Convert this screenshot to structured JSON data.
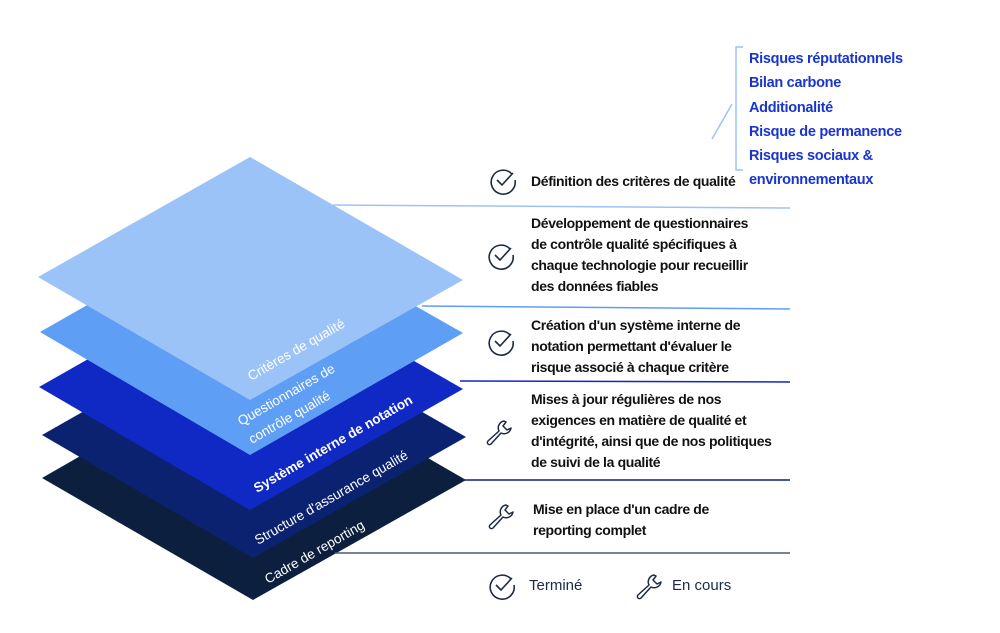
{
  "layers": [
    {
      "label_lines": [
        "Critères de qualité"
      ],
      "color": "#9cc3f7"
    },
    {
      "label_lines": [
        "Questionnaires de",
        "contrôle qualité"
      ],
      "color": "#5f9ef5"
    },
    {
      "label_lines": [
        "Système interne de notation"
      ],
      "color": "#1029c4"
    },
    {
      "label_lines": [
        "Structure d'assurance qualité"
      ],
      "color": "#0b2270"
    },
    {
      "label_lines": [
        "Cadre de reporting"
      ],
      "color": "#0c1f3e"
    }
  ],
  "risks": [
    "Risques réputationnels",
    "Bilan carbone",
    "Additionalité",
    "Risque de permanence",
    "Risques sociaux & environnementaux"
  ],
  "items": [
    {
      "status": "check-icon",
      "lines": [
        "Définition des critères de qualité"
      ]
    },
    {
      "status": "check-icon",
      "lines": [
        "Développement de questionnaires",
        "de contrôle qualité spécifiques à",
        "chaque technologie pour recueillir",
        "des données fiables"
      ]
    },
    {
      "status": "check-icon",
      "lines": [
        "Création d'un système interne de",
        "notation permettant d'évaluer le",
        "risque associé à chaque critère"
      ]
    },
    {
      "status": "wrench-icon",
      "lines": [
        "Mises à jour régulières de nos",
        "exigences en matière de qualité et",
        "d'intégrité, ainsi que de nos politiques",
        "de suivi de la qualité"
      ]
    },
    {
      "status": "wrench-icon",
      "lines": [
        "Mise en place d'un cadre de",
        "reporting complet"
      ]
    }
  ],
  "legend": {
    "done": "Terminé",
    "in_progress": "En cours"
  },
  "colors": {
    "risk_text": "#1a34d0",
    "icon": "#1c2a44"
  }
}
